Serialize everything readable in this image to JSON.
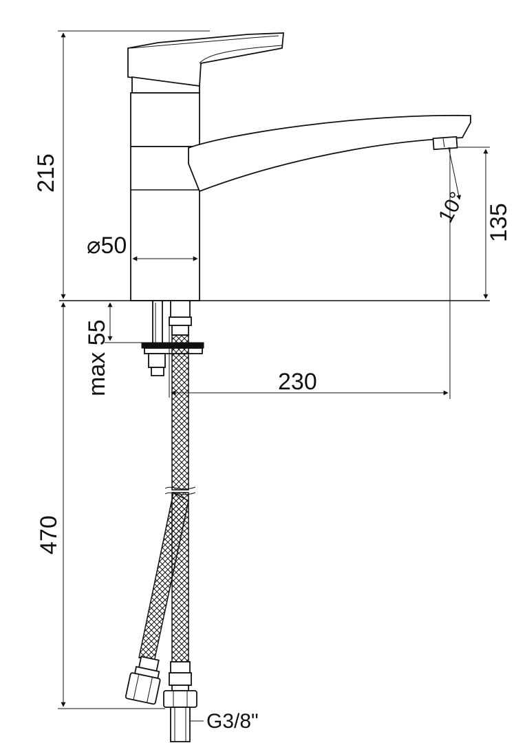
{
  "dimensions": {
    "total_height": "215",
    "spout_height": "135",
    "body_diameter": "⌀50",
    "max_thickness": "max 55",
    "spout_reach": "230",
    "hose_length": "470",
    "spout_angle": "10°",
    "connection_thread": "G3/8\""
  }
}
